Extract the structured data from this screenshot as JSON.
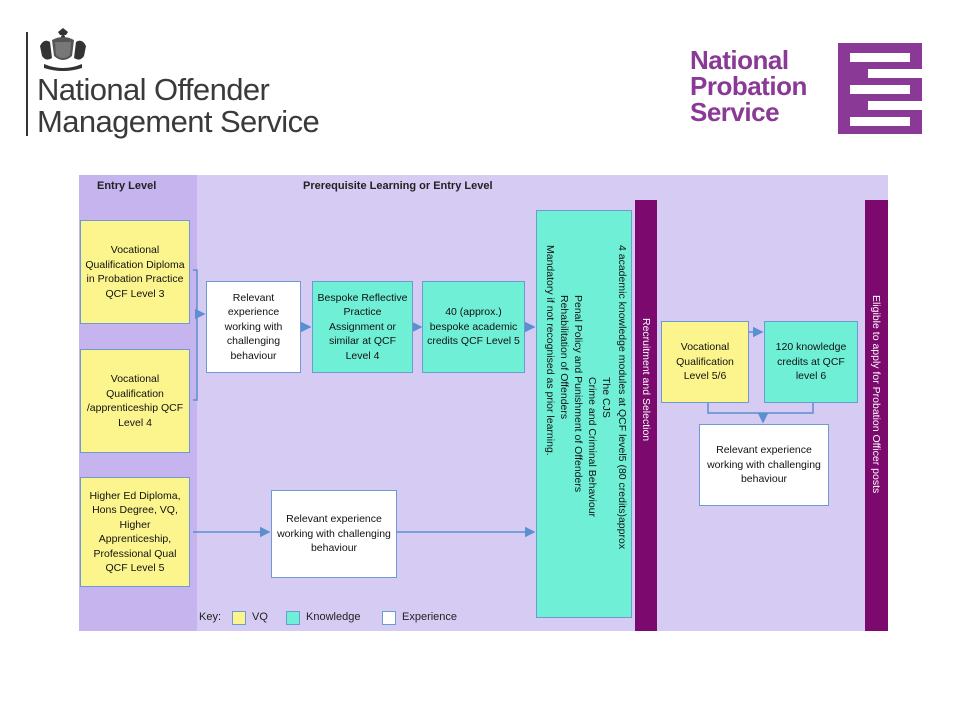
{
  "logos": {
    "noms": {
      "line1": "National Offender",
      "line2": "Management Service"
    },
    "nps": {
      "line1": "National",
      "line2": "Probation",
      "line3": "Service"
    }
  },
  "headers": {
    "entry": "Entry Level",
    "prereq": "Prerequisite Learning or Entry Level"
  },
  "boxes": {
    "vq_diploma": "Vocational Qualification Diploma in Probation Practice QCF Level 3",
    "vq_apprenticeship": "Vocational Qualification /apprenticeship QCF Level 4",
    "higher_ed": "Higher Ed Diploma, Hons Degree, VQ, Higher Apprenticeship, Professional Qual QCF Level 5",
    "exp1": "Relevant experience working with challenging behaviour",
    "reflective": "Bespoke Reflective Practice Assignment or similar at QCF Level 4",
    "credits40": "40 (approx.) bespoke academic credits QCF Level 5",
    "exp2": "Relevant experience working with challenging behaviour",
    "vq56": "Vocational Qualification Level 5/6",
    "credits120": "120 knowledge credits at QCF level 6",
    "exp3": "Relevant experience working with challenging behaviour"
  },
  "modules": {
    "heading": "4 academic knowledge modules at QCF level5 (80 credits)approx",
    "items": [
      "The CJS",
      "Crime and Criminal Behaviour",
      "Penal Policy and Punishment of Offenders",
      "Rehabilitation of Offenders"
    ],
    "note": "Mandatory if not recognised as prior learning."
  },
  "bars": {
    "recruitment": "Recruitment and Selection",
    "eligible": "Eligible to apply for Probation Officer posts"
  },
  "key": {
    "label": "Key:",
    "vq": "VQ",
    "knowledge": "Knowledge",
    "experience": "Experience"
  },
  "colors": {
    "vq": "#fcf58e",
    "knowledge": "#6fefd6",
    "experience": "#ffffff",
    "bar": "#7c0a6e",
    "background": "#d6cbf2",
    "brand": "#8a3a96"
  }
}
